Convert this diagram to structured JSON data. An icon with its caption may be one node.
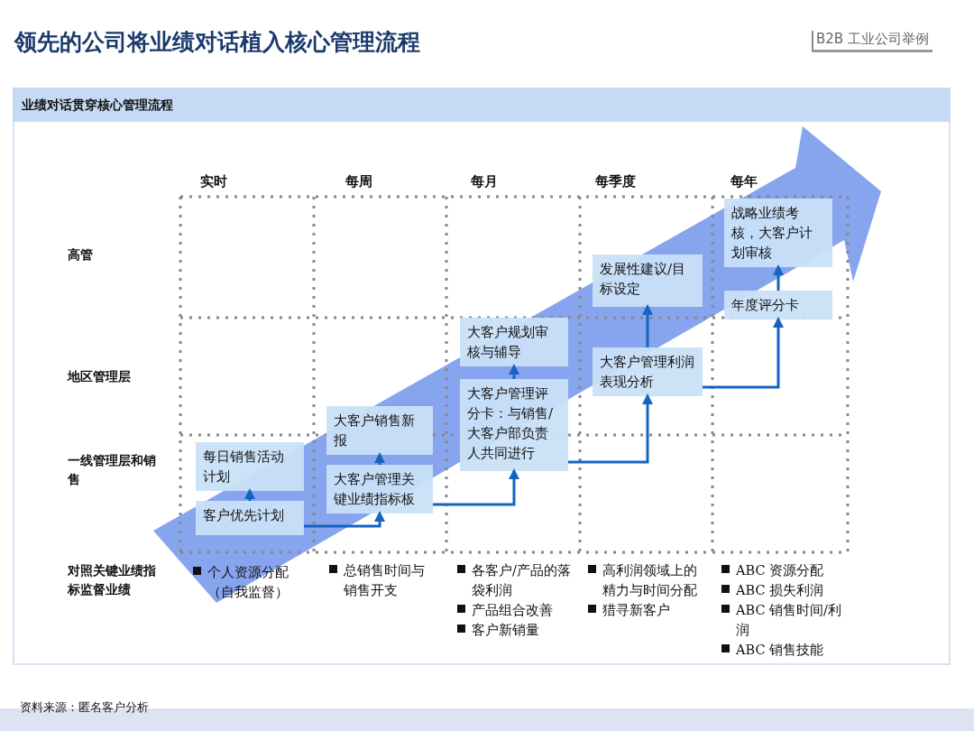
{
  "diagram": {
    "title": "领先的公司将业绩对话植入核心管理流程",
    "caption": "资料来源：匿名客户分析",
    "nodes": [
      {
        "text": [
          "客户优先计划"
        ]
      },
      {
        "text": [
          "每日销售活动计划"
        ]
      },
      {
        "text": [
          "大客户管理关键业绩指标板"
        ]
      },
      {
        "text": [
          "大客户销售新报"
        ]
      },
      {
        "text": [
          "大客户管理评分卡：与销售/大客户部负责人共同进行"
        ]
      },
      {
        "text": [
          "大客户规划审核与辅导"
        ]
      },
      {
        "text": [
          "大客户管理利润表现分析"
        ]
      },
      {
        "text": [
          "发展性建议/目标设定"
        ]
      },
      {
        "text": [
          "年度评分卡"
        ]
      },
      {
        "text": [
          "战略业绩考核，大客户计划审核"
        ]
      }
    ],
    "edges": [
      {
        "from": 0,
        "to": 1,
        "arrow": "to"
      },
      {
        "from": 0,
        "to": 2,
        "arrow": "to"
      },
      {
        "from": 2,
        "to": 3,
        "arrow": "to"
      },
      {
        "from": 2,
        "to": 4,
        "arrow": "to"
      },
      {
        "from": 4,
        "to": 5,
        "arrow": "to"
      },
      {
        "from": 4,
        "to": 6,
        "arrow": "to"
      },
      {
        "from": 6,
        "to": 7,
        "arrow": "to"
      },
      {
        "from": 6,
        "to": 8,
        "arrow": "to"
      },
      {
        "from": 8,
        "to": 9,
        "arrow": "to"
      }
    ],
    "labels": [
      "B2B 工业公司举例",
      "业绩对话贯穿核心管理流程",
      "实时",
      "每周",
      "每月",
      "每季度",
      "每年",
      "高管",
      "地区管理层",
      "一线管理层和销售",
      "对照关键业绩指标监督业绩",
      "个人资源分配（自我监督）",
      "总销售时间与销售开支",
      "各客户/产品的落袋利润",
      "产品组合改善",
      "客户新销量",
      "高利润领域上的精力与时间分配",
      "猎寻新客户",
      "ABC 资源分配",
      "ABC 损失利润",
      "ABC 销售时间/利润",
      "ABC 销售技能"
    ]
  }
}
